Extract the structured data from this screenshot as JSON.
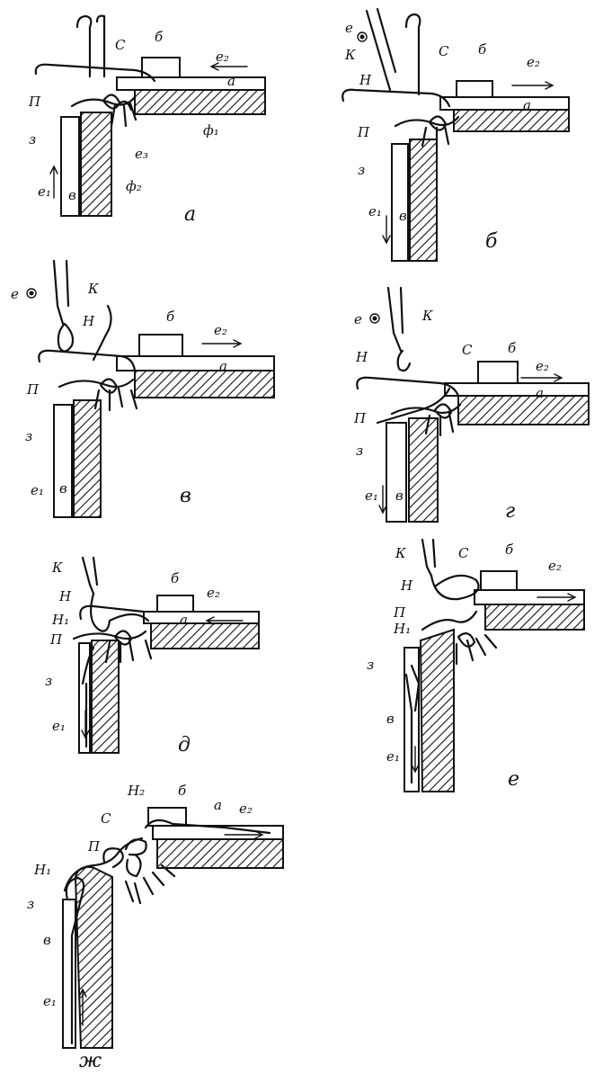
{
  "panels": [
    {
      "id": "a",
      "caption": "а",
      "labels": {
        "S": "С",
        "b": "б",
        "e2": "е₂",
        "a": "а",
        "P": "П",
        "z": "з",
        "e3": "е₃",
        "f1": "ф₁",
        "e1": "е₁",
        "v": "в",
        "f2": "ф₂"
      }
    },
    {
      "id": "b",
      "caption": "б",
      "labels": {
        "e": "е",
        "K": "К",
        "N": "Н",
        "S": "С",
        "b": "б",
        "e2": "е₂",
        "a": "а",
        "P": "П",
        "z": "з",
        "e1": "е₁",
        "v": "в"
      }
    },
    {
      "id": "c",
      "caption": "в",
      "labels": {
        "e": "е",
        "K": "К",
        "N": "Н",
        "b": "б",
        "e2": "е₂",
        "a": "а",
        "P": "П",
        "z": "з",
        "e1": "е₁",
        "v": "в"
      }
    },
    {
      "id": "d",
      "caption": "г",
      "labels": {
        "e": "е",
        "K": "К",
        "N": "Н",
        "S": "С",
        "b": "б",
        "e2": "е₂",
        "a": "а",
        "P": "П",
        "z": "з",
        "e1": "е₁",
        "v": "в"
      }
    },
    {
      "id": "e",
      "caption": "д",
      "labels": {
        "K": "К",
        "N": "Н",
        "N1": "Н₁",
        "P": "П",
        "b": "б",
        "e2": "е₂",
        "a": "а",
        "z": "з",
        "e1": "е₁"
      }
    },
    {
      "id": "f",
      "caption": "е",
      "labels": {
        "K": "К",
        "N": "Н",
        "S": "С",
        "b": "б",
        "e2": "е₂",
        "P": "П",
        "N1": "Н₁",
        "z": "з",
        "v": "в",
        "e1": "е₁"
      }
    },
    {
      "id": "g",
      "caption": "ж",
      "labels": {
        "N2": "Н₂",
        "b": "б",
        "a": "а",
        "e2": "е₂",
        "S": "С",
        "P": "П",
        "N1": "Н₁",
        "z": "з",
        "v": "в",
        "e1": "е₁"
      }
    }
  ]
}
